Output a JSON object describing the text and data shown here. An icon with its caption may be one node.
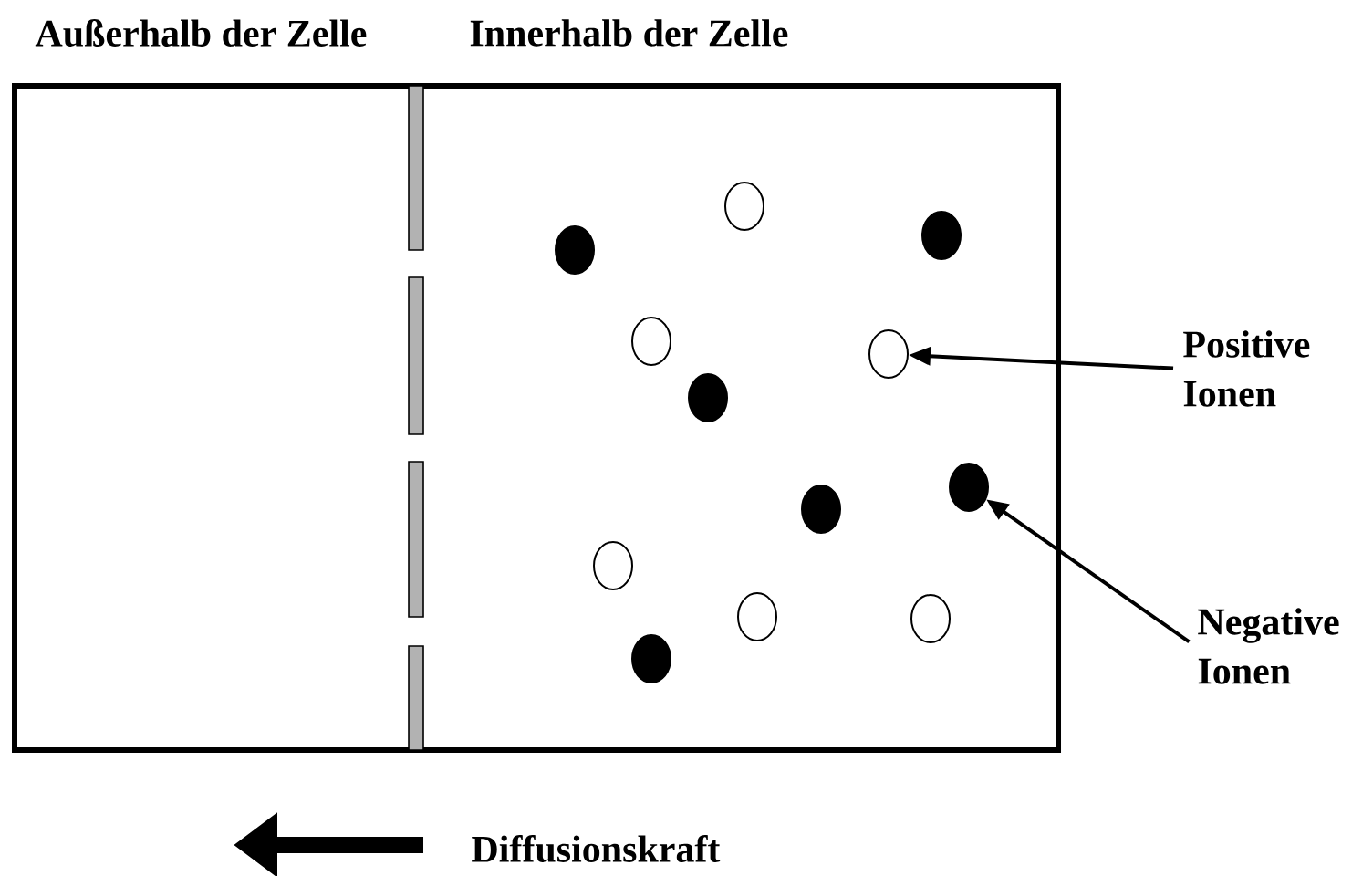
{
  "diagram": {
    "nodes": [
      {
        "text": [],
        "shape": "circle"
      },
      {
        "text": [],
        "shape": "circle"
      },
      {
        "text": [],
        "shape": "circle"
      },
      {
        "text": [],
        "shape": "circle"
      },
      {
        "text": [],
        "shape": "circle"
      },
      {
        "text": [],
        "shape": "circle"
      },
      {
        "text": [],
        "shape": "circle"
      },
      {
        "text": [],
        "shape": "circle"
      },
      {
        "text": [],
        "shape": "circle"
      },
      {
        "text": [],
        "shape": "circle"
      },
      {
        "text": [],
        "shape": "circle"
      },
      {
        "text": [],
        "shape": "circle"
      },
      {
        "text": [
          "Positive Ionen"
        ]
      },
      {
        "text": [
          "Negative Ionen"
        ]
      }
    ],
    "edges": [
      {
        "from": 12,
        "to": 4,
        "arrow": "to"
      },
      {
        "from": 13,
        "to": 6,
        "arrow": "to"
      }
    ],
    "labels": [
      "Außerhalb der Zelle",
      "Innerhalb der Zelle",
      "Diffusionskraft"
    ]
  }
}
